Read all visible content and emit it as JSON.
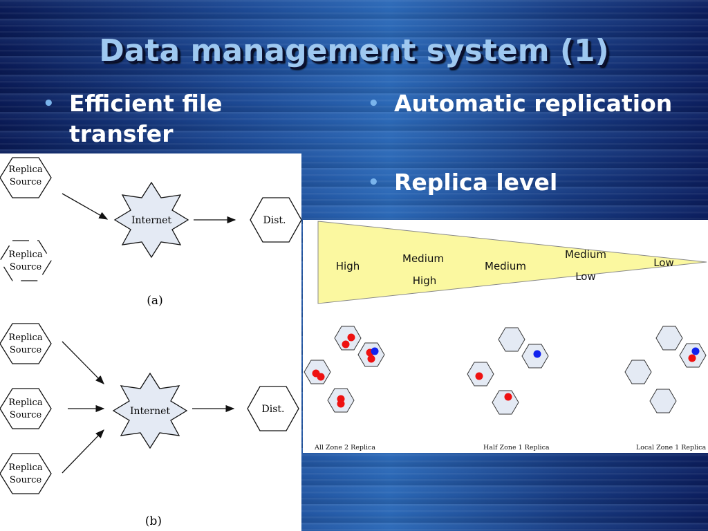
{
  "slide": {
    "title": "Data management system (1)",
    "bullets": {
      "left": "Efficient file transfer",
      "right1": "Automatic replication",
      "right2": "Replica level"
    }
  },
  "left_diagram": {
    "replica_label_line1": "Replica",
    "replica_label_line2": "Source",
    "internet": "Internet",
    "dist": "Dist.",
    "caption_a": "(a)",
    "caption_b": "(b)"
  },
  "right_diagram": {
    "levels": {
      "high": "High",
      "medium_high_1": "Medium",
      "medium_high_2": "High",
      "medium": "Medium",
      "medium_low_1": "Medium",
      "medium_low_2": "Low",
      "low": "Low"
    },
    "captions": {
      "all_zone": "All Zone 2  Replica",
      "half_zone": "Half Zone 1  Replica",
      "local_zone": "Local Zone 1  Replica"
    }
  },
  "colors": {
    "title": "#9ec8f0",
    "wedge": "#fbf8a0",
    "red_dot": "#ee1111",
    "blue_dot": "#1122ee",
    "hex_fill": "#e4eaf4"
  }
}
